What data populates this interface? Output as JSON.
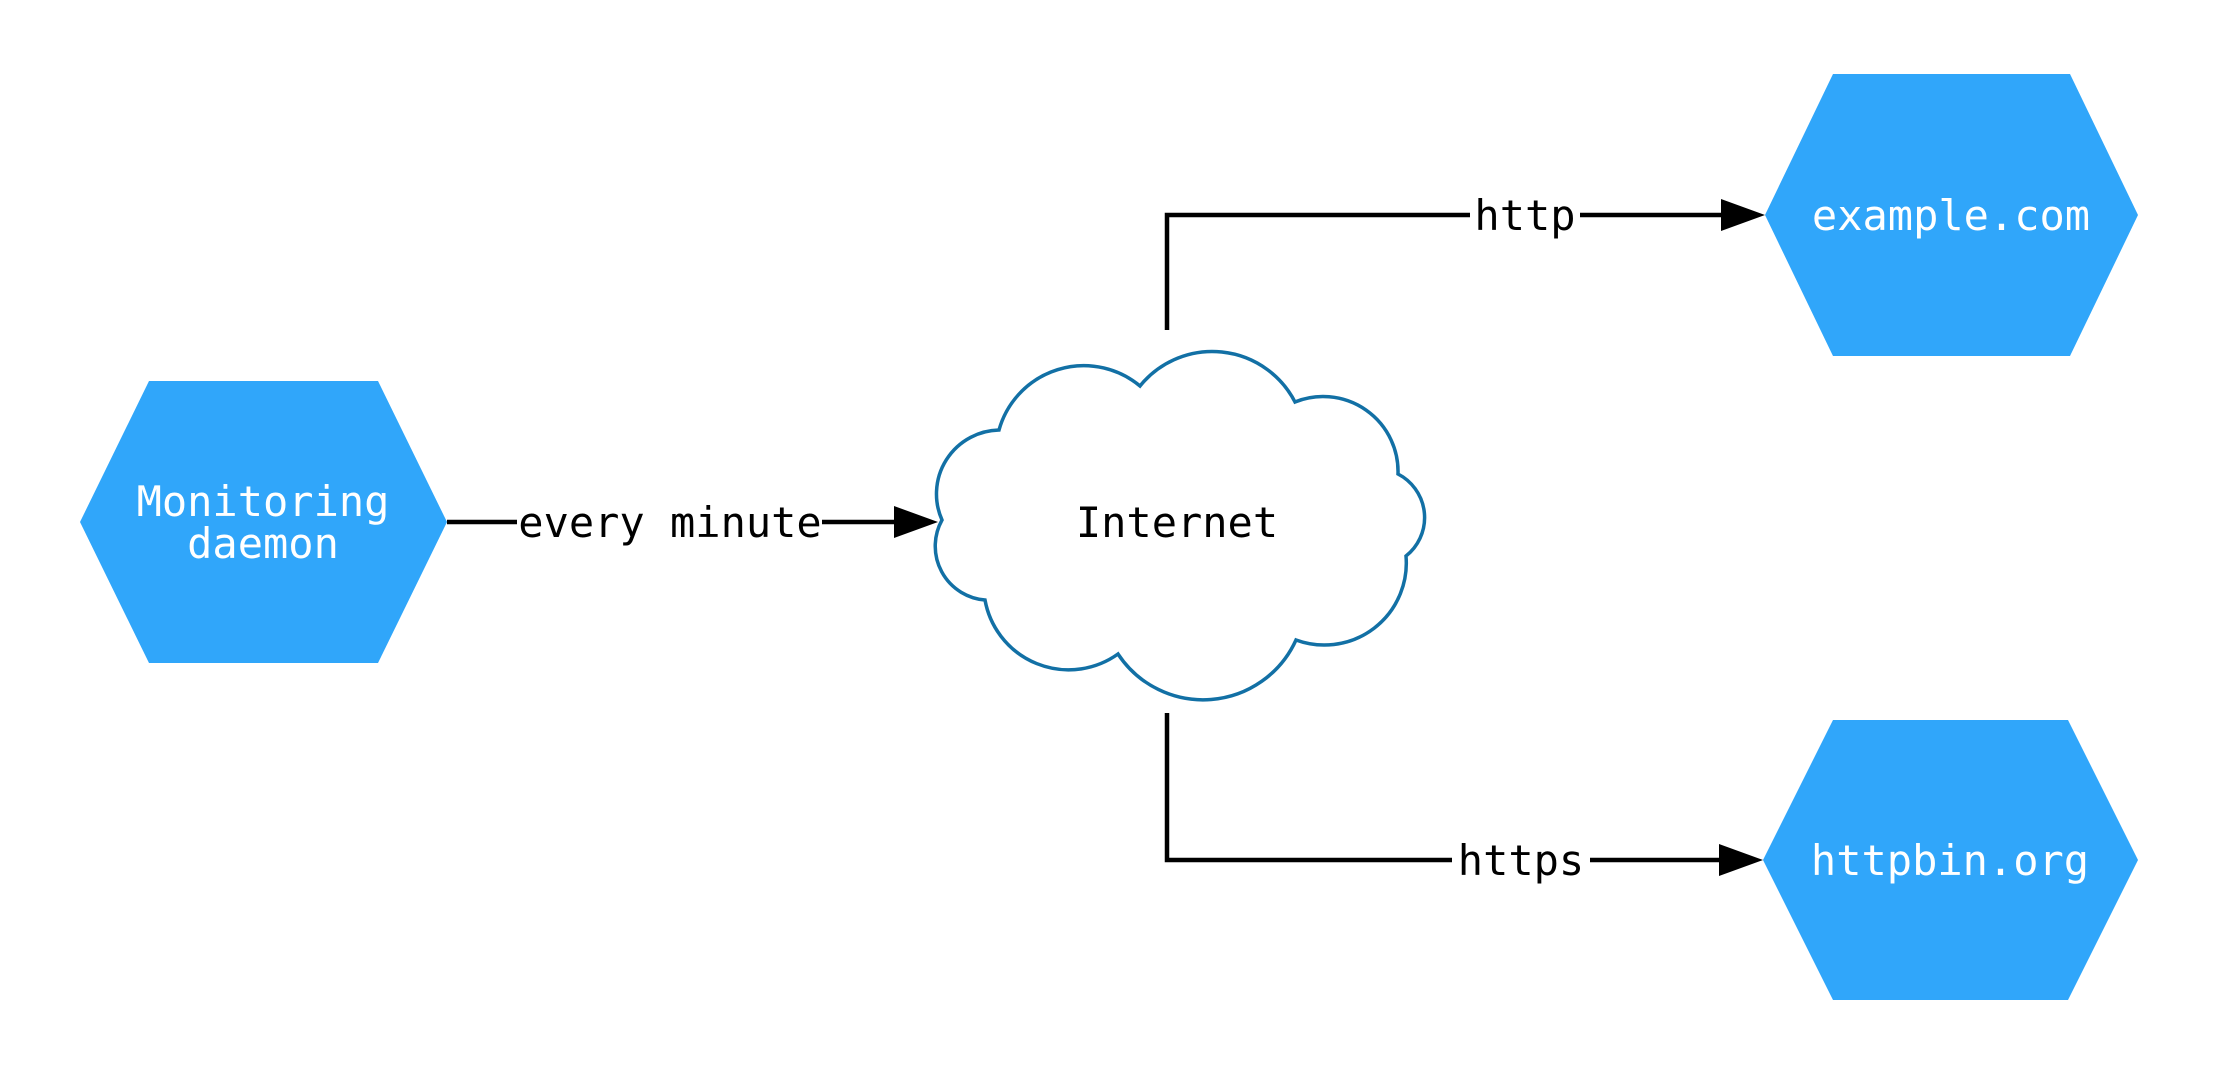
{
  "diagram": {
    "type": "network-architecture",
    "background": "#ffffff",
    "colors": {
      "hexagon_fill": "#30A6FA",
      "hexagon_text": "#ffffff",
      "cloud_stroke": "#1270A5",
      "cloud_fill": "#ffffff",
      "edge_color": "#000000",
      "edge_label_color": "#000000"
    },
    "nodes": [
      {
        "id": "monitoring-daemon",
        "shape": "hexagon",
        "label": "Monitoring daemon",
        "lines": [
          "Monitoring",
          "daemon"
        ]
      },
      {
        "id": "internet",
        "shape": "cloud",
        "label": "Internet"
      },
      {
        "id": "example-com",
        "shape": "hexagon",
        "label": "example.com"
      },
      {
        "id": "httpbin-org",
        "shape": "hexagon",
        "label": "httpbin.org"
      }
    ],
    "edges": [
      {
        "from": "monitoring-daemon",
        "to": "internet",
        "label": "every minute"
      },
      {
        "from": "internet",
        "to": "example-com",
        "label": "http"
      },
      {
        "from": "internet",
        "to": "httpbin-org",
        "label": "https"
      }
    ]
  }
}
